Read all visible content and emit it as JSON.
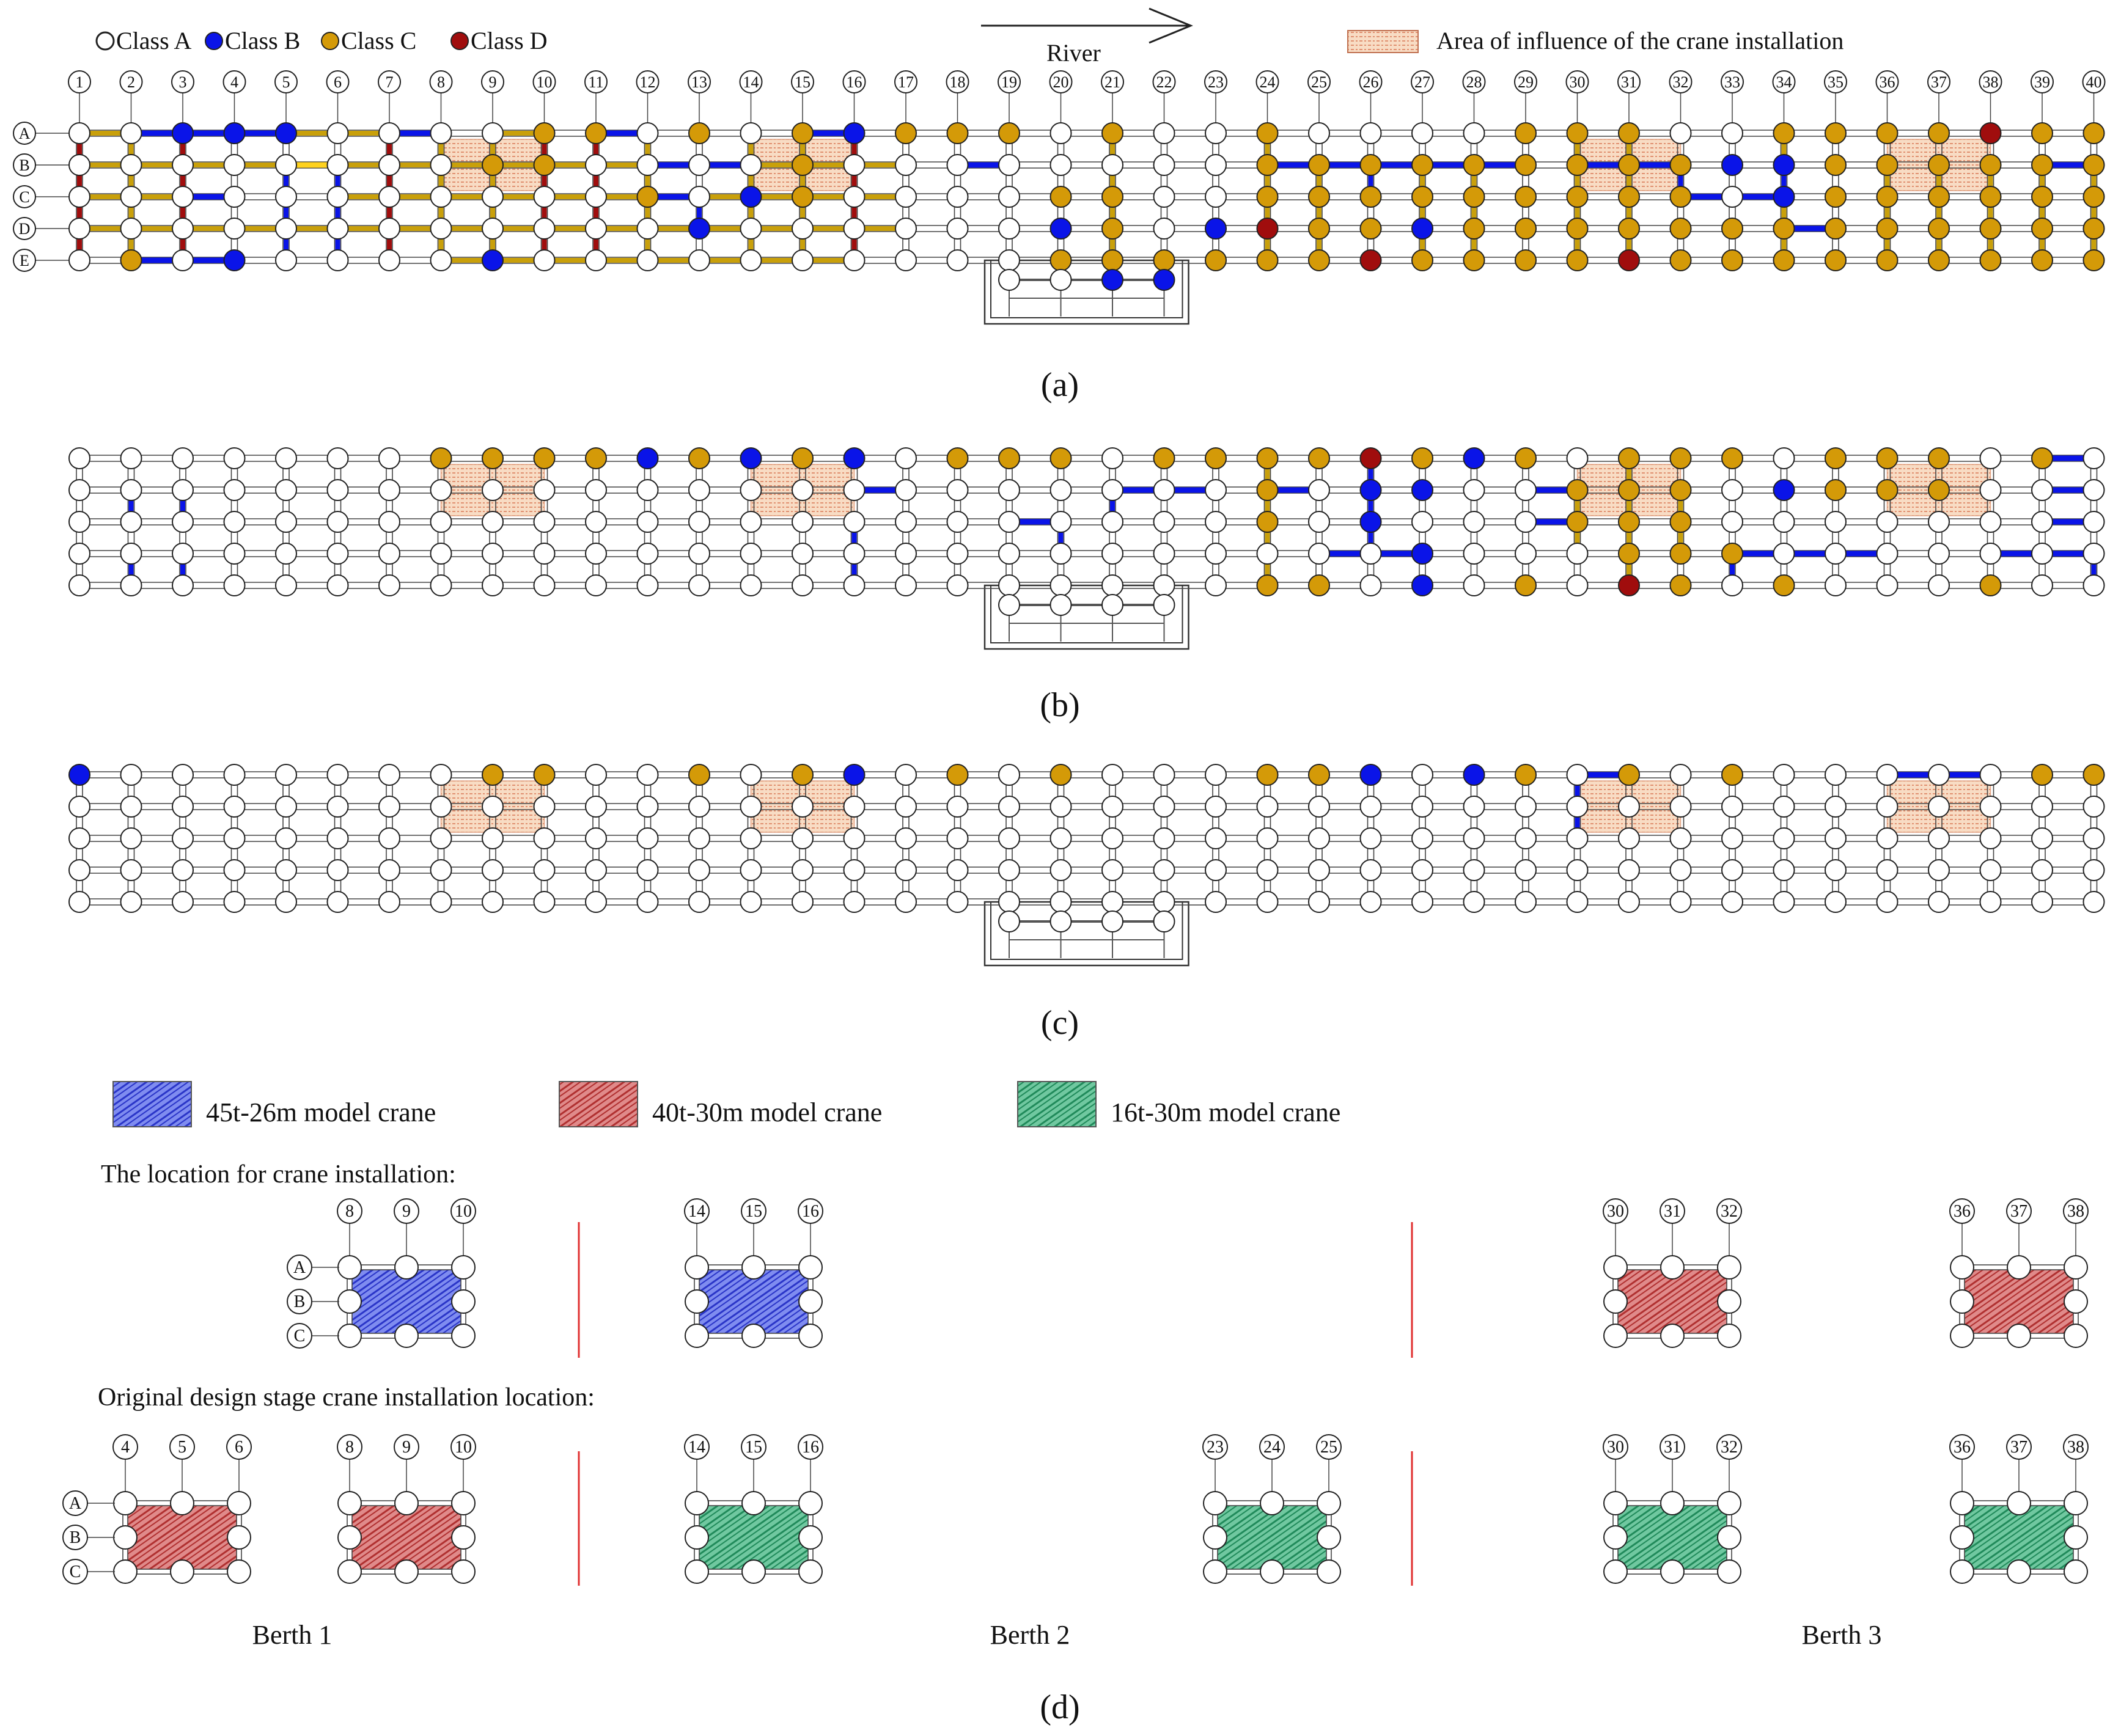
{
  "legend": {
    "class_a": "Class A",
    "class_b": "Class B",
    "class_c": "Class C",
    "class_d": "Class D",
    "river": "River",
    "influence": "Area of influence of the crane installation"
  },
  "colors": {
    "class_a": "#ffffff",
    "class_b": "#0a14e8",
    "class_c": "#d49a08",
    "class_d": "#a00d0d",
    "beam_a": "#e8e8e8",
    "beam_b": "#0a14e8",
    "beam_c": "#c9a00a",
    "beam_d": "#a00d0d",
    "beam_yellow": "#ffd21e",
    "influence": "#f5d2b8",
    "crane_45t": "#5060e0",
    "crane_40t": "#d06060",
    "crane_16t": "#40b080",
    "divider": "#e03030"
  },
  "columns": [
    "1",
    "2",
    "3",
    "4",
    "5",
    "6",
    "7",
    "8",
    "9",
    "10",
    "11",
    "12",
    "13",
    "14",
    "15",
    "16",
    "17",
    "18",
    "19",
    "20",
    "21",
    "22",
    "23",
    "24",
    "25",
    "26",
    "27",
    "28",
    "29",
    "30",
    "31",
    "32",
    "33",
    "34",
    "35",
    "36",
    "37",
    "38",
    "39",
    "40"
  ],
  "rows": [
    "A",
    "B",
    "C",
    "D",
    "E"
  ],
  "panels": [
    {
      "id": "a",
      "caption": "(a)",
      "show_labels": true,
      "influence_cols": [
        [
          8,
          10
        ],
        [
          14,
          16
        ],
        [
          30,
          32
        ],
        [
          36,
          38
        ]
      ],
      "nodes": {
        "B": [
          "A3",
          "A4",
          "A5",
          "E4",
          "E9",
          "D13",
          "C14",
          "A16",
          "B33",
          "B34",
          "C34",
          "D20",
          "D23",
          "D27",
          "F21",
          "F22"
        ],
        "C": [
          "A10",
          "A11",
          "A13",
          "A15",
          "A17",
          "A18",
          "A19",
          "A21",
          "A24",
          "A29",
          "A30",
          "A31",
          "A34",
          "A35",
          "A36",
          "A37",
          "A39",
          "A40",
          "B9",
          "B10",
          "B15",
          "B24",
          "B25",
          "B26",
          "B27",
          "B28",
          "B29",
          "B30",
          "B31",
          "B32",
          "B35",
          "B36",
          "B37",
          "B38",
          "B39",
          "B40",
          "C12",
          "C15",
          "C20",
          "C21",
          "C24",
          "C25",
          "C26",
          "C27",
          "C28",
          "C29",
          "C30",
          "C31",
          "C32",
          "C35",
          "C36",
          "C37",
          "C38",
          "C39",
          "C40",
          "D21",
          "D25",
          "D26",
          "D28",
          "D29",
          "D30",
          "D31",
          "D32",
          "D33",
          "D34",
          "D35",
          "D36",
          "D37",
          "D38",
          "D39",
          "D40",
          "E2",
          "E20",
          "E21",
          "E22",
          "E23",
          "E24",
          "E25",
          "E27",
          "E28",
          "E29",
          "E30",
          "E32",
          "E33",
          "E34",
          "E35",
          "E36",
          "E37",
          "E38",
          "E39",
          "E40"
        ],
        "D": [
          "A38",
          "D24",
          "E26",
          "E31"
        ]
      },
      "beams": {
        "C": [
          "B1-B17",
          "C1-C3",
          "C6-C17",
          "D1-D17",
          "E8-E16",
          "A1-A7",
          "A9-A10"
        ],
        "B": [
          "A2-A5",
          "E2-E4",
          "B12-B14",
          "C3-C4",
          "B18-B19",
          "B24-B29",
          "B30-B32",
          "C32-C34",
          "D34-D35",
          "B39-B40",
          "A11-A12",
          "A15-A16",
          "A7-A8",
          "C12-C13"
        ],
        "Y": [
          "B5-B6"
        ],
        "vD": [
          [
            1,
            "A",
            "E"
          ],
          [
            3,
            "A",
            "E"
          ],
          [
            7,
            "A",
            "E"
          ],
          [
            10,
            "A",
            "E"
          ],
          [
            11,
            "A",
            "E"
          ],
          [
            16,
            "A",
            "E"
          ]
        ],
        "vC": [
          [
            2,
            "A",
            "E"
          ],
          [
            8,
            "A",
            "E"
          ],
          [
            9,
            "A",
            "E"
          ],
          [
            12,
            "A",
            "E"
          ],
          [
            14,
            "A",
            "E"
          ],
          [
            15,
            "A",
            "E"
          ],
          [
            21,
            "A",
            "E"
          ],
          [
            24,
            "A",
            "E"
          ],
          [
            25,
            "B",
            "E"
          ],
          [
            27,
            "B",
            "E"
          ],
          [
            28,
            "B",
            "E"
          ],
          [
            30,
            "A",
            "E"
          ],
          [
            31,
            "A",
            "E"
          ],
          [
            34,
            "A",
            "E"
          ],
          [
            36,
            "B",
            "E"
          ],
          [
            37,
            "B",
            "E"
          ],
          [
            38,
            "B",
            "E"
          ],
          [
            39,
            "B",
            "E"
          ],
          [
            40,
            "B",
            "E"
          ]
        ],
        "vB": [
          [
            5,
            "B",
            "E"
          ],
          [
            6,
            "B",
            "E"
          ],
          [
            13,
            "C",
            "D"
          ],
          [
            26,
            "B",
            "C"
          ],
          [
            34,
            "B",
            "C"
          ],
          [
            32,
            "B",
            "C"
          ]
        ]
      }
    },
    {
      "id": "b",
      "caption": "(b)",
      "show_labels": false,
      "influence_cols": [
        [
          8,
          10
        ],
        [
          14,
          16
        ],
        [
          30,
          32
        ],
        [
          36,
          38
        ]
      ],
      "nodes": {
        "B": [
          "A12",
          "A14",
          "A16",
          "A28",
          "B26",
          "B27",
          "C26",
          "D27",
          "E27",
          "B34"
        ],
        "C": [
          "A8",
          "A9",
          "A10",
          "A11",
          "A13",
          "A15",
          "A18",
          "A19",
          "A20",
          "A22",
          "A23",
          "A24",
          "A25",
          "A27",
          "A29",
          "A31",
          "A32",
          "A33",
          "A35",
          "A36",
          "A37",
          "A39",
          "B24",
          "B30",
          "B31",
          "B32",
          "B35",
          "B36",
          "B37",
          "C24",
          "C30",
          "C31",
          "C32",
          "D31",
          "D32",
          "D33",
          "E24",
          "E25",
          "E29",
          "E32",
          "E34",
          "E38"
        ],
        "D": [
          "A26",
          "E31"
        ]
      },
      "beams": {
        "C": [],
        "B": [
          "B16-B17",
          "C19-C20",
          "B21-B23",
          "B24-B25",
          "D25-D27",
          "B29-B30",
          "B39-B40",
          "D34-D36",
          "D38-D40",
          "C39-C40",
          "A39-A40",
          "D33-D34",
          "C29-C30"
        ],
        "Y": [],
        "vD": [],
        "vC": [
          [
            24,
            "A",
            "E"
          ],
          [
            30,
            "B",
            "D"
          ],
          [
            31,
            "A",
            "E"
          ],
          [
            32,
            "B",
            "D"
          ]
        ],
        "vB": [
          [
            2,
            "B",
            "B"
          ],
          [
            3,
            "B",
            "B"
          ],
          [
            2,
            "D",
            "D"
          ],
          [
            3,
            "D",
            "D"
          ],
          [
            16,
            "C",
            "E"
          ],
          [
            20,
            "C",
            "D"
          ],
          [
            21,
            "B",
            "C"
          ],
          [
            26,
            "A",
            "D"
          ],
          [
            33,
            "D",
            "E"
          ],
          [
            40,
            "D",
            "E"
          ]
        ]
      }
    },
    {
      "id": "c",
      "caption": "(c)",
      "show_labels": false,
      "influence_cols": [
        [
          8,
          10
        ],
        [
          14,
          16
        ],
        [
          30,
          32
        ],
        [
          36,
          38
        ]
      ],
      "nodes": {
        "B": [
          "A1",
          "A16",
          "A26",
          "A28"
        ],
        "C": [
          "A9",
          "A10",
          "A13",
          "A15",
          "A18",
          "A20",
          "A24",
          "A25",
          "A29",
          "A31",
          "A33",
          "A39",
          "A40"
        ],
        "D": []
      },
      "beams": {
        "C": [],
        "B": [
          "A30-A31",
          "A36-A38"
        ],
        "Y": [],
        "vD": [],
        "vC": [],
        "vB": [
          [
            30,
            "A",
            "C"
          ]
        ]
      }
    }
  ],
  "panel_d": {
    "caption": "(d)",
    "legend": [
      "45t-26m model crane",
      "40t-30m model crane",
      "16t-30m model crane"
    ],
    "heading_current": "The location for crane installation:",
    "heading_original": "Original design stage crane installation location:",
    "row_labels": [
      "A",
      "B",
      "C"
    ],
    "current": [
      {
        "cols": [
          "8",
          "9",
          "10"
        ],
        "crane": "45t",
        "labels": true
      },
      {
        "cols": [
          "14",
          "15",
          "16"
        ],
        "crane": "45t",
        "labels": false
      },
      {
        "cols": [
          "30",
          "31",
          "32"
        ],
        "crane": "40t",
        "labels": false
      },
      {
        "cols": [
          "36",
          "37",
          "38"
        ],
        "crane": "40t",
        "labels": false
      }
    ],
    "original": [
      {
        "cols": [
          "4",
          "5",
          "6"
        ],
        "crane": "40t",
        "labels": true
      },
      {
        "cols": [
          "8",
          "9",
          "10"
        ],
        "crane": "40t",
        "labels": false
      },
      {
        "cols": [
          "14",
          "15",
          "16"
        ],
        "crane": "16t",
        "labels": false
      },
      {
        "cols": [
          "23",
          "24",
          "25"
        ],
        "crane": "16t",
        "labels": false
      },
      {
        "cols": [
          "30",
          "31",
          "32"
        ],
        "crane": "16t",
        "labels": false
      },
      {
        "cols": [
          "36",
          "37",
          "38"
        ],
        "crane": "16t",
        "labels": false
      }
    ],
    "berths": [
      "Berth 1",
      "Berth 2",
      "Berth 3"
    ]
  }
}
